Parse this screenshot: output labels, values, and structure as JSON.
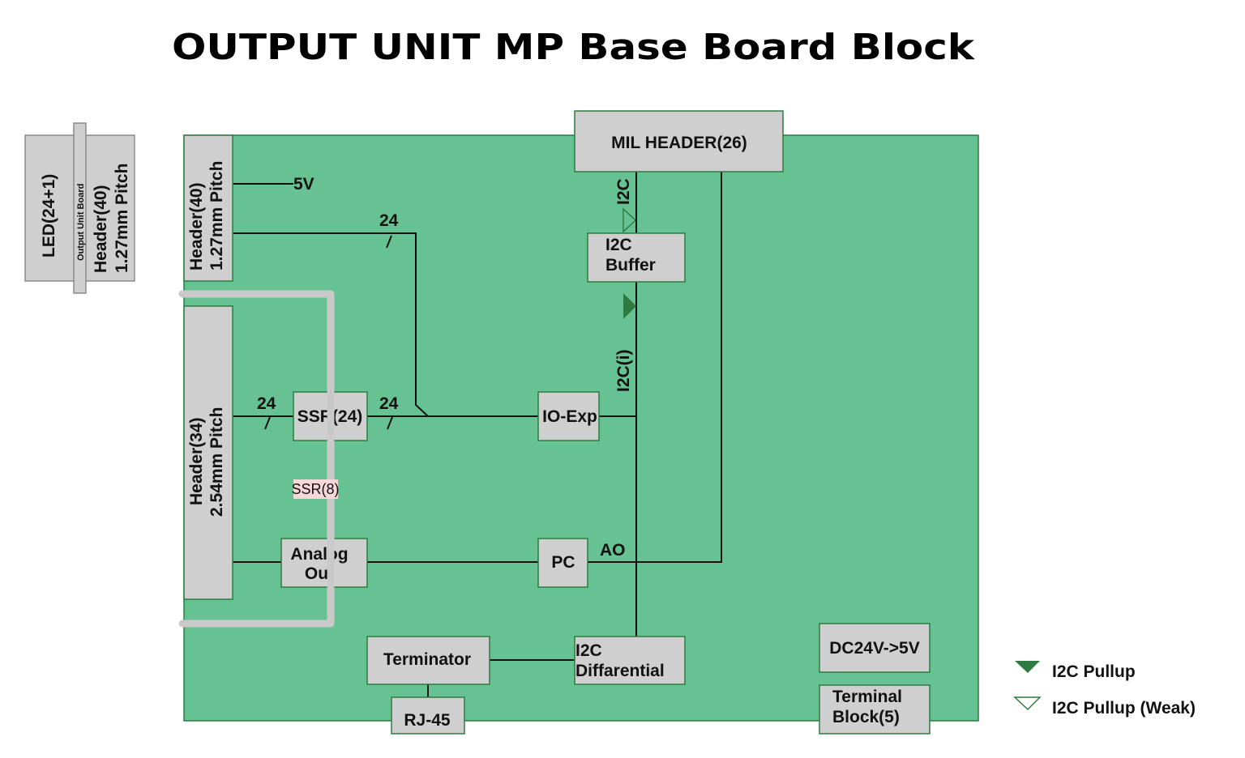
{
  "title": "OUTPUT UNIT MP Base Board Block",
  "external": {
    "led": "LED(24+1)",
    "output_unit_board": "Output Unit Board",
    "header_line1": "Header(40)",
    "header_line2": "1.27mm Pitch"
  },
  "blocks": {
    "header40_line1": "Header(40)",
    "header40_line2": "1.27mm Pitch",
    "header34_line1": "Header(34)",
    "header34_line2": "2.54mm Pitch",
    "mil_header": "MIL HEADER(26)",
    "i2c_buffer_line1": "I2C",
    "i2c_buffer_line2": "Buffer",
    "ssr": "SSR(24)",
    "io_exp": "IO-Exp",
    "analog_out_line1": "Analog",
    "analog_out_line2": "Out",
    "pc": "PC",
    "terminator": "Terminator",
    "rj45": "RJ-45",
    "i2c_diff_line1": "I2C",
    "i2c_diff_line2": "Diffarential",
    "dcdc": "DC24V->5V",
    "terminal_line1": "Terminal",
    "terminal_line2": "Block(5)"
  },
  "signals": {
    "v5": "5V",
    "bus24_top": "24",
    "bus24_left": "24",
    "bus24_mid": "24",
    "i2c": "I2C",
    "i2c_internal": "I2C(i)",
    "ao": "AO",
    "ssr8_note": "SSR(8)"
  },
  "legend": {
    "pullup": "I2C Pullup",
    "pullup_weak": "I2C Pullup (Weak)"
  },
  "colors": {
    "board": "#66c292",
    "block": "#cfcfcf",
    "pullup": "#2f7a41",
    "note_bg": "#f7d7d7"
  }
}
